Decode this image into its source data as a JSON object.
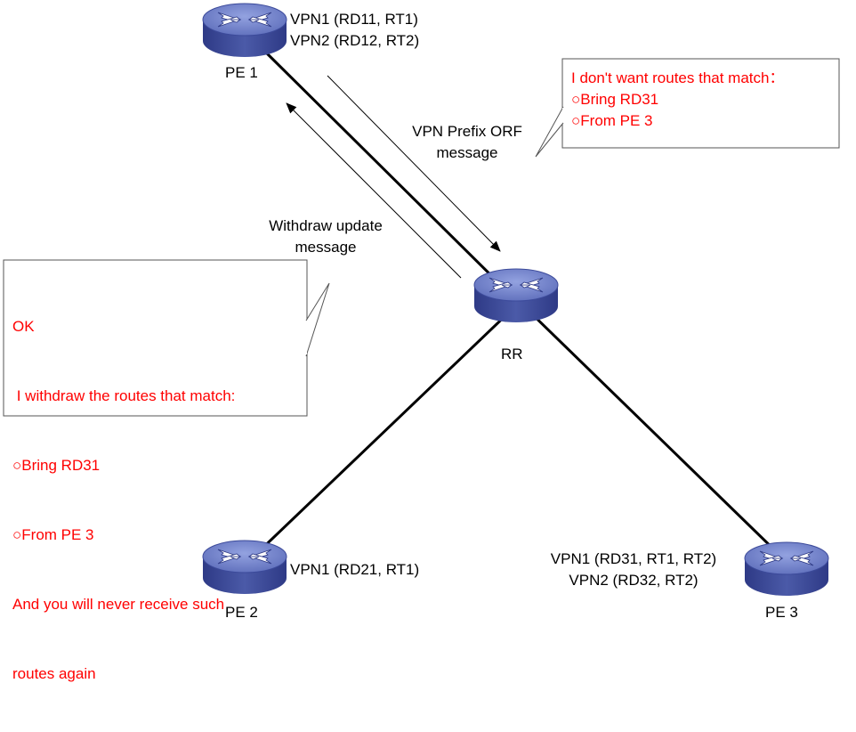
{
  "routers": {
    "pe1": {
      "name": "PE 1",
      "vpns": [
        "VPN1 (RD11, RT1)",
        "VPN2 (RD12, RT2)"
      ]
    },
    "pe2": {
      "name": "PE 2",
      "vpns": [
        "VPN1 (RD21, RT1)"
      ]
    },
    "pe3": {
      "name": "PE 3",
      "vpns": [
        "VPN1 (RD31, RT1, RT2)",
        "VPN2 (RD32, RT2)"
      ]
    },
    "rr": {
      "name": "RR"
    }
  },
  "messages": {
    "orf": [
      "VPN Prefix ORF",
      "message"
    ],
    "withdraw": [
      "Withdraw update",
      "message"
    ]
  },
  "callouts": {
    "right": [
      "I don't want routes that match：",
      "○Bring RD31",
      "○From PE 3"
    ],
    "left": [
      "OK",
      " I withdraw the routes that match:",
      "○Bring RD31",
      "○From PE 3",
      "And you will never receive such",
      "routes again"
    ]
  },
  "colors": {
    "router_top": "#6f7fc8",
    "router_side": "#3c4a9a",
    "callout_text": "#ff0000",
    "line": "#000000"
  }
}
